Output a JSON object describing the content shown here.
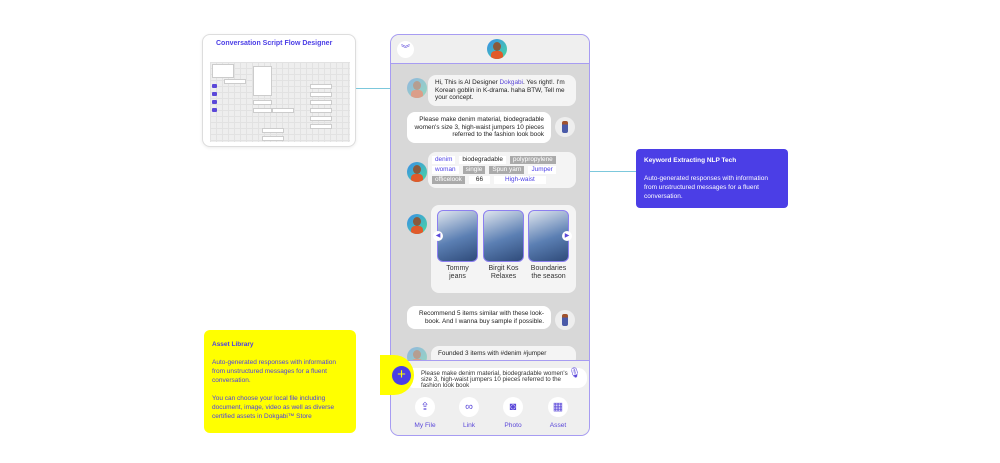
{
  "flow_designer": {
    "title": "Conversation Script Flow Designer"
  },
  "chat": {
    "messages": [
      {
        "from": "bot",
        "pre": "Hi, This is AI Designer ",
        "highlight": "Dokgabi",
        "post": ". Yes right!. I'm Korean goblin in K-drama. haha BTW, Tell me your concept."
      },
      {
        "from": "user",
        "text": "Please make denim material, biodegradable women's size 3, high-waist jumpers 10 pieces referred to the fashion look book"
      },
      {
        "from": "user",
        "text": "Recommend 5 items similar with these look-book. And I wanna buy sample if possible."
      },
      {
        "from": "bot",
        "text": "Founded 3 items with #denim #jumper"
      }
    ],
    "keywords": [
      {
        "text": "denim",
        "style": "b"
      },
      {
        "text": "biodegradable",
        "style": ""
      },
      {
        "text": "polypropylene",
        "style": "g"
      },
      {
        "text": "woman",
        "style": "b"
      },
      {
        "text": "single",
        "style": "g"
      },
      {
        "text": "Spun yarn",
        "style": "g"
      },
      {
        "text": "Jumper",
        "style": "b"
      },
      {
        "text": "officelook",
        "style": "g"
      },
      {
        "text": "66",
        "style": ""
      },
      {
        "text": "High-waist",
        "style": "b"
      }
    ],
    "cards": [
      {
        "label": "Tommy jeans"
      },
      {
        "label": "Birgit Kos Relaxes"
      },
      {
        "label": "Boundaries the season"
      }
    ],
    "input_value": "Please make denim material, biodegradable women's size 3, high-waist jumpers 10 pieces referred to the fashion look book",
    "tools": [
      {
        "label": "My File",
        "icon": "upload-icon"
      },
      {
        "label": "Link",
        "icon": "link-icon"
      },
      {
        "label": "Photo",
        "icon": "camera-icon"
      },
      {
        "label": "Asset",
        "icon": "grid-icon"
      }
    ]
  },
  "nlp_callout": {
    "title": "Keyword Extracting NLP Tech",
    "body": "Auto-generated responses with information from unstructured messages for a fluent conversation."
  },
  "asset_callout": {
    "title": "Asset Library",
    "body1": "Auto-generated responses with information from unstructured messages for a fluent conversation.",
    "body2": "You can choose your local file including document, image, video  as well as diverse certified assets in Dokgabi™ Store"
  },
  "colors": {
    "accent": "#4b3ee6",
    "highlight": "#ffff00"
  }
}
